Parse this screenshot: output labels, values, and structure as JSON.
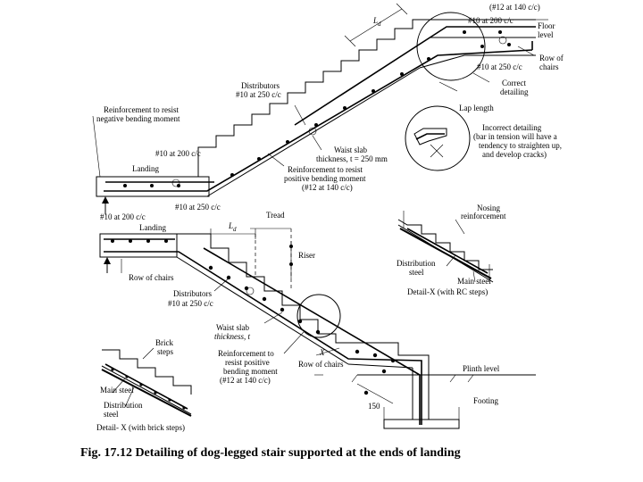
{
  "labels": {
    "top_rebar": "(#12 at 140 c/c)",
    "ld_top": "L",
    "ld_top_sub": "d",
    "floor_bars": "#10 at 200 c/c",
    "floor_level_1": "Floor",
    "floor_level_2": "level",
    "row_chairs_top_1": "Row of",
    "row_chairs_top_2": "chairs",
    "floor_bars_250": "#10 at 250 c/c",
    "correct_1": "Correct",
    "correct_2": "detailing",
    "lap": "Lap length",
    "dist_top_1": "Distributors",
    "dist_top_2": "#10 at 250 c/c",
    "neg_1": "Reinforcement to resist",
    "neg_2": "negative bending moment",
    "incorrect_1": "Incorrect detailing",
    "incorrect_2": "(bar in tension will have a",
    "incorrect_3": "tendency to straighten up,",
    "incorrect_4": "and develop cracks)",
    "waist_top_1": "Waist slab",
    "waist_top_2": "thickness, t = 250 mm",
    "landing_bars_200": "#10 at 200 c/c",
    "landing_top": "Landing",
    "pos_top_1": "Reinforcement to resist",
    "pos_top_2": "positive bending moment",
    "pos_top_3": "(#12 at 140 c/c)",
    "landing_bars_250": "#10 at 250 c/c",
    "landing_bot_bars": "#10 at 200 c/c",
    "landing_bot": "Landing",
    "ld_bot": "L",
    "ld_bot_sub": "d",
    "tread": "Tread",
    "riser": "Riser",
    "nosing_1": "Nosing",
    "nosing_2": "reinforcement",
    "row_chairs_left": "Row of chairs",
    "dist_bot_1": "Distributors",
    "dist_bot_2": "#10 at 250 c/c",
    "dist_steel_1": "Distribution",
    "dist_steel_2": "steel",
    "main_steel_x": "Main steel",
    "detail_x_rc": "Detail-X (with RC steps)",
    "waist_bot_1": "Waist slab",
    "waist_bot_2": "thickness, t",
    "brick_1": "Brick",
    "brick_2": "steps",
    "pos_bot_1": "Reinforcement to",
    "pos_bot_2": "resist positive",
    "pos_bot_3": "bending moment",
    "pos_bot_4": "(#12 at 140 c/c)",
    "x_mark": "X",
    "row_chairs_bot": "Row of chairs",
    "plinth": "Plinth level",
    "main_steel_brick": "Main steel",
    "dist_brick_1": "Distribution",
    "dist_brick_2": "steel",
    "dim_150": "150",
    "footing": "Footing",
    "detail_x_brick": "Detail- X (with brick steps)",
    "caption": "Fig. 17.12 Detailing of dog-legged stair supported at the ends of landing"
  }
}
